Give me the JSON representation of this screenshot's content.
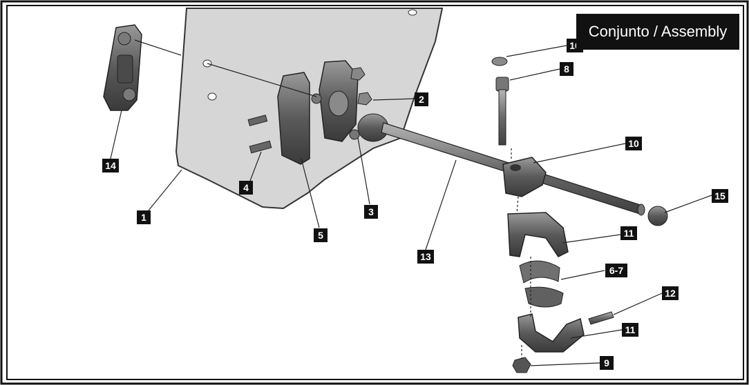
{
  "title": "Conjunto / Assembly",
  "callouts": [
    {
      "id": "p1",
      "label": "1"
    },
    {
      "id": "p2",
      "label": "2"
    },
    {
      "id": "p3",
      "label": "3"
    },
    {
      "id": "p4",
      "label": "4"
    },
    {
      "id": "p5",
      "label": "5"
    },
    {
      "id": "p67",
      "label": "6-7"
    },
    {
      "id": "p8",
      "label": "8"
    },
    {
      "id": "p9",
      "label": "9"
    },
    {
      "id": "p10",
      "label": "10"
    },
    {
      "id": "p11a",
      "label": "11"
    },
    {
      "id": "p11b",
      "label": "11"
    },
    {
      "id": "p12",
      "label": "12"
    },
    {
      "id": "p13",
      "label": "13"
    },
    {
      "id": "p14",
      "label": "14"
    },
    {
      "id": "p15",
      "label": "15"
    },
    {
      "id": "p16",
      "label": "16"
    }
  ]
}
